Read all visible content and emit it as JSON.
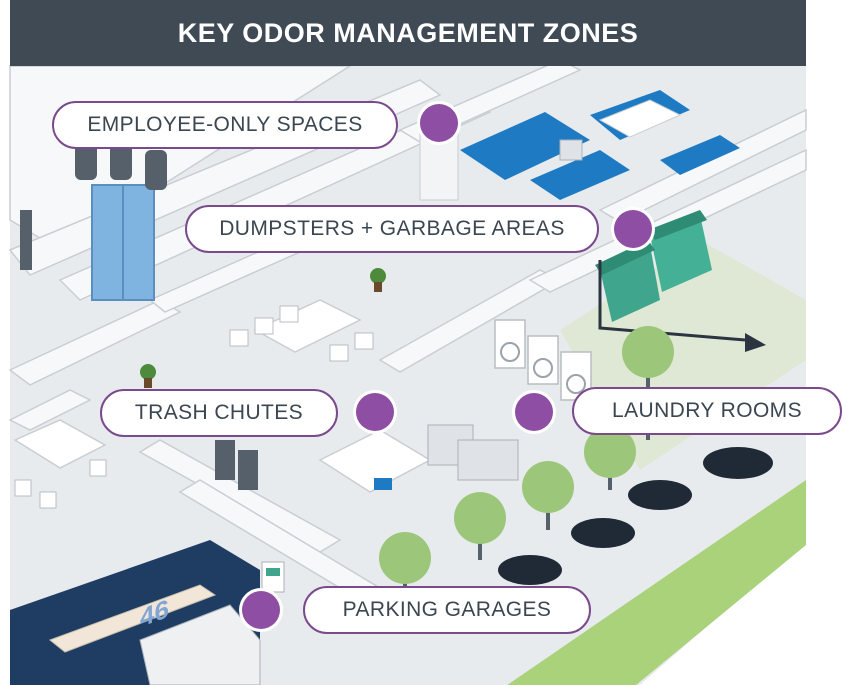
{
  "title": "KEY ODOR MANAGEMENT ZONES",
  "zones": [
    {
      "label": "EMPLOYEE-ONLY SPACES"
    },
    {
      "label": "DUMPSTERS + GARBAGE AREAS"
    },
    {
      "label": "TRASH CHUTES"
    },
    {
      "label": "LAUNDRY ROOMS"
    },
    {
      "label": "PARKING GARAGES"
    }
  ],
  "parking_number": "46",
  "colors": {
    "header": "#3f4a55",
    "accent_purple": "#8e4ea3",
    "label_border": "#7a4a8c",
    "floor": "#e9ecef",
    "wall": "#f7f8f9",
    "grass": "#a9d27a",
    "tree": "#9cc77a",
    "dumpster": "#3fa58c",
    "blue": "#1e7bc3",
    "garage": "#1f3c63"
  }
}
